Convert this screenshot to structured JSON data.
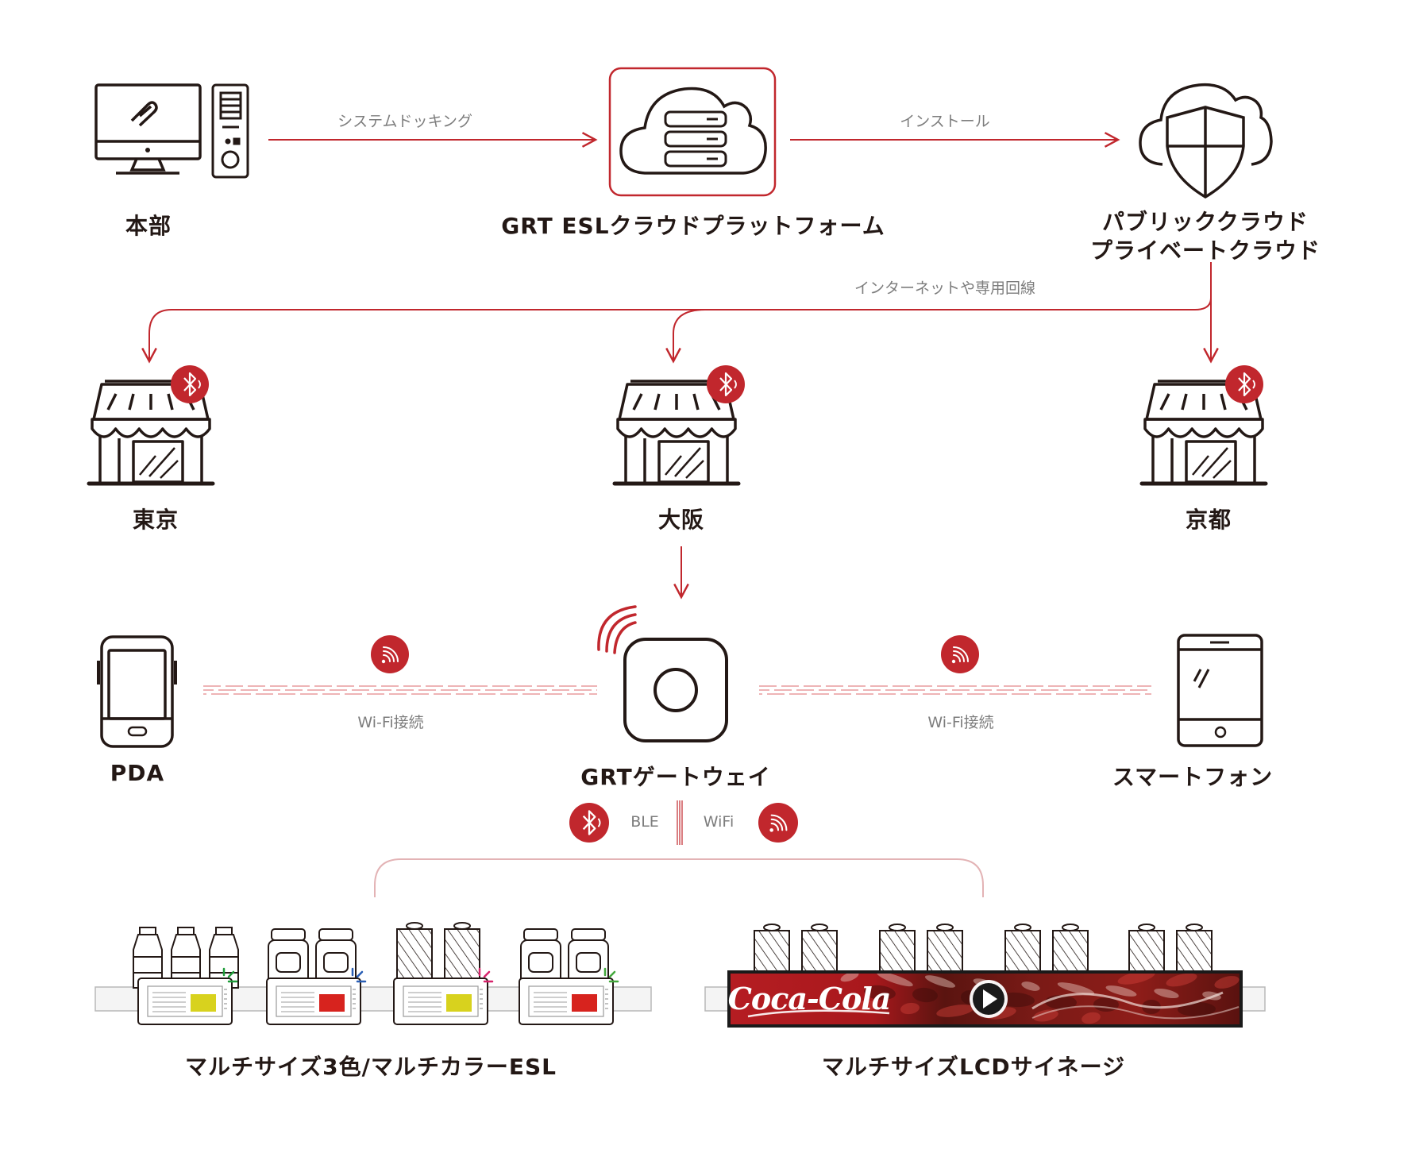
{
  "nodes": {
    "honbu": "本部",
    "platform": "GRT ESLクラウドプラットフォーム",
    "cloud_line1": "パブリッククラウド",
    "cloud_line2": "プライベートクラウド",
    "tokyo": "東京",
    "osaka": "大阪",
    "kyoto": "京都",
    "pda": "PDA",
    "gateway": "GRTゲートウェイ",
    "smartphone": "スマートフォン",
    "esl": "マルチサイズ3色/マルチカラーESL",
    "lcd": "マルチサイズLCDサイネージ"
  },
  "edges": {
    "docking": "システムドッキング",
    "install": "インストール",
    "network": "インターネットや専用回線",
    "wifi_left": "Wi-Fi接続",
    "wifi_right": "Wi-Fi接続"
  },
  "protocols": {
    "ble": "BLE",
    "wifi": "WiFi"
  },
  "signage": {
    "brand": "Coca-Cola"
  },
  "colors": {
    "accent": "#c1272d",
    "ink": "#231815",
    "muted": "#7d7d7d",
    "yellow": "#d8d21e",
    "red": "#d7231e"
  },
  "icons": [
    "monitor-icon",
    "pc-tower-icon",
    "cloud-server-icon",
    "cloud-shield-icon",
    "store-icon",
    "bluetooth-icon",
    "pda-icon",
    "gateway-icon",
    "smartphone-icon",
    "wifi-icon",
    "esl-tag-icon",
    "lcd-signage-icon",
    "play-icon"
  ]
}
